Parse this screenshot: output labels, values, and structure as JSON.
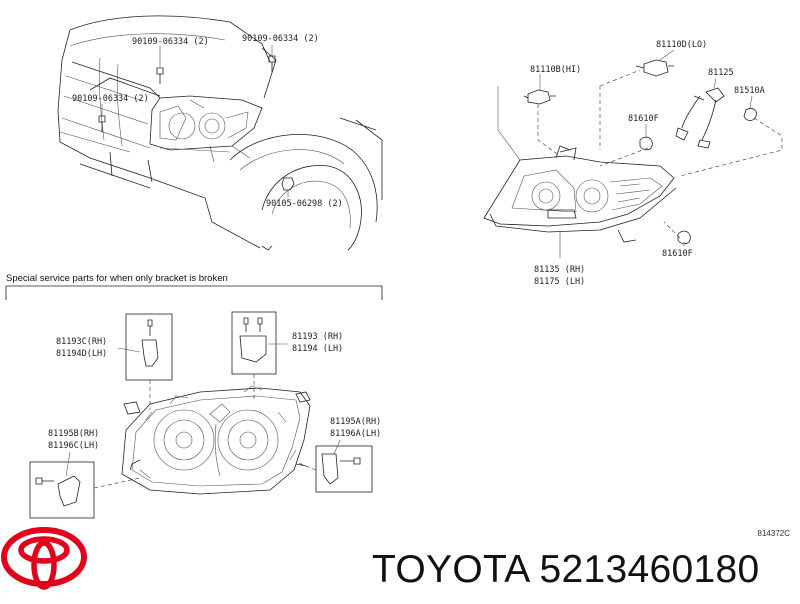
{
  "brand": {
    "name": "TOYOTA",
    "part_number": "5213460180",
    "logo": "toyota-emblem-icon",
    "logo_color": "#e3001b"
  },
  "illustration_id": "814372C",
  "upper_left": {
    "labels": [
      "90109-06334 (2)",
      "90109-06334 (2)",
      "90109-06334 (2)",
      "90105-06298 (2)"
    ]
  },
  "upper_right": {
    "labels": [
      "81110D(LO)",
      "81110B(HI)",
      "81125",
      "81510A",
      "81610F",
      "81610F",
      "81135 (RH)",
      "81175 (LH)"
    ]
  },
  "lower": {
    "note": "Special service parts for when only bracket is broken",
    "labels": [
      "81193C(RH)",
      "81194D(LH)",
      "81193 (RH)",
      "81194 (LH)",
      "81195B(RH)",
      "81196C(LH)",
      "81195A(RH)",
      "81196A(LH)"
    ]
  }
}
